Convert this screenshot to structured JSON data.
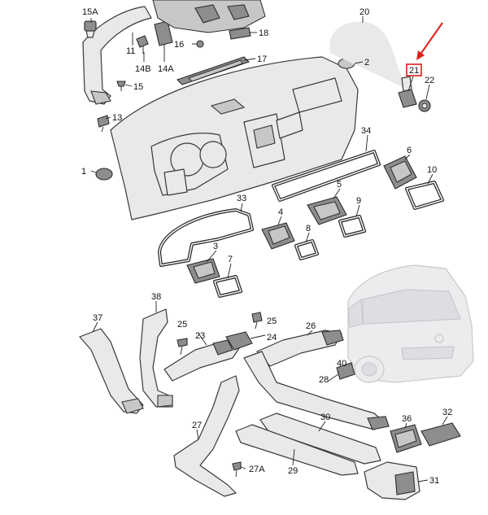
{
  "diagram": {
    "callouts": [
      {
        "id": "c15a",
        "label": "15A"
      },
      {
        "id": "c11",
        "label": "11"
      },
      {
        "id": "c14b",
        "label": "14B"
      },
      {
        "id": "c14a",
        "label": "14A"
      },
      {
        "id": "c16",
        "label": "16"
      },
      {
        "id": "c18",
        "label": "18"
      },
      {
        "id": "c17",
        "label": "17"
      },
      {
        "id": "c15",
        "label": "15"
      },
      {
        "id": "c13",
        "label": "13"
      },
      {
        "id": "c20",
        "label": "20"
      },
      {
        "id": "c2",
        "label": "2"
      },
      {
        "id": "c21",
        "label": "21"
      },
      {
        "id": "c22",
        "label": "22"
      },
      {
        "id": "c34",
        "label": "34"
      },
      {
        "id": "c6",
        "label": "6"
      },
      {
        "id": "c10",
        "label": "10"
      },
      {
        "id": "c1",
        "label": "1"
      },
      {
        "id": "c5",
        "label": "5"
      },
      {
        "id": "c9",
        "label": "9"
      },
      {
        "id": "c33",
        "label": "33"
      },
      {
        "id": "c4",
        "label": "4"
      },
      {
        "id": "c8",
        "label": "8"
      },
      {
        "id": "c3",
        "label": "3"
      },
      {
        "id": "c7",
        "label": "7"
      },
      {
        "id": "c38",
        "label": "38"
      },
      {
        "id": "c37",
        "label": "37"
      },
      {
        "id": "c25a",
        "label": "25"
      },
      {
        "id": "c25b",
        "label": "25"
      },
      {
        "id": "c23",
        "label": "23"
      },
      {
        "id": "c24",
        "label": "24"
      },
      {
        "id": "c26",
        "label": "26"
      },
      {
        "id": "c40",
        "label": "40"
      },
      {
        "id": "c28",
        "label": "28"
      },
      {
        "id": "c27",
        "label": "27"
      },
      {
        "id": "c30",
        "label": "30"
      },
      {
        "id": "c36",
        "label": "36"
      },
      {
        "id": "c32",
        "label": "32"
      },
      {
        "id": "c27a",
        "label": "27A"
      },
      {
        "id": "c29",
        "label": "29"
      },
      {
        "id": "c31",
        "label": "31"
      }
    ],
    "highlight_color": "#e0201a",
    "highlighted_part": "21"
  }
}
